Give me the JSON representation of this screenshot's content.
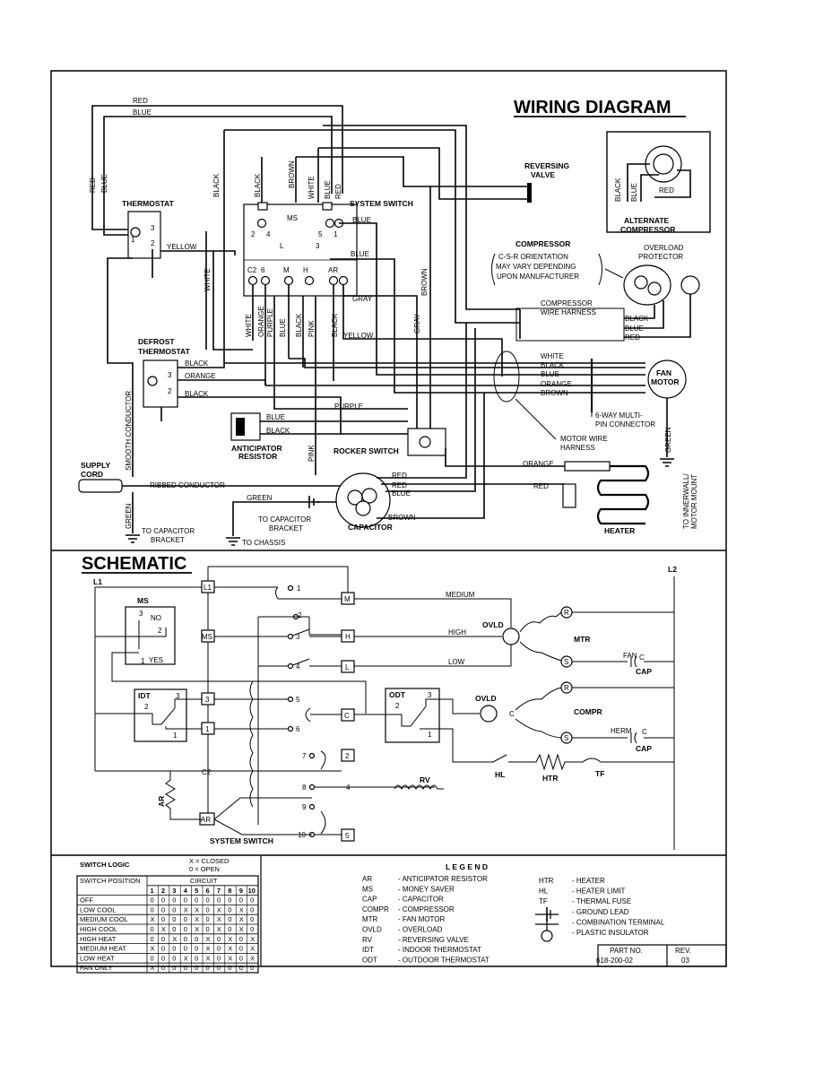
{
  "wiring_title": "WIRING DIAGRAM",
  "schematic_title": "SCHEMATIC",
  "wiring": {
    "thermostat": "THERMOSTAT",
    "defrost_thermostat": [
      "DEFROST",
      "THERMOSTAT"
    ],
    "system_switch": "SYSTEM SWITCH",
    "reversing_valve": [
      "REVERSING",
      "VALVE"
    ],
    "alternate_compressor": [
      "ALTERNATE",
      "COMPRESSOR"
    ],
    "compressor": "COMPRESSOR",
    "compressor_note": [
      "C-S-R ORIENTATION",
      "MAY VARY DEPENDING",
      "UPON MANUFACTURER"
    ],
    "overload_protector": [
      "OVERLOAD",
      "PROTECTOR"
    ],
    "compressor_harness": [
      "COMPRESSOR",
      "WIRE HARNESS"
    ],
    "fan_motor": [
      "FAN",
      "MOTOR"
    ],
    "connector": [
      "6-WAY MULTI-",
      "PIN CONNECTOR"
    ],
    "motor_harness": [
      "MOTOR WIRE",
      "HARNESS"
    ],
    "anticipator": [
      "ANTICIPATOR",
      "RESISTOR"
    ],
    "rocker_switch": "ROCKER SWITCH",
    "supply_cord": [
      "SUPPLY",
      "CORD"
    ],
    "smooth_conductor": "SMOOTH CONDUCTOR",
    "ribbed_conductor": "RIBBED CONDUCTOR",
    "capacitor": "CAPACITOR",
    "heater": "HEATER",
    "to_capacitor_bracket_1": [
      "TO CAPACITOR",
      "BRACKET"
    ],
    "to_capacitor_bracket_2": [
      "TO CAPACITOR",
      "BRACKET"
    ],
    "to_chassis": "TO CHASSIS",
    "to_innerwall": [
      "TO INNERWALL/",
      "MOTOR MOUNT"
    ],
    "wire_colors": {
      "red": "RED",
      "blue": "BLUE",
      "black": "BLACK",
      "white": "WHITE",
      "brown": "BROWN",
      "yellow": "YELLOW",
      "orange": "ORANGE",
      "purple": "PURPLE",
      "pink": "PINK",
      "gray": "GRAY",
      "green": "GREEN"
    },
    "ms": "MS",
    "terminals": {
      "c2": "C2",
      "l": "L",
      "m": "M",
      "h": "H",
      "ar": "AR",
      "n1": "1",
      "n2": "2",
      "n3": "3",
      "n4": "4",
      "n5": "5",
      "n6": "6"
    }
  },
  "schematic": {
    "l1": "L1",
    "l2": "L2",
    "ms": "MS",
    "no": "NO",
    "yes": "YES",
    "idt": "IDT",
    "odt": "ODT",
    "ovld": "OVLD",
    "mtr": "MTR",
    "compr": "COMPR",
    "medium": "MEDIUM",
    "high": "HIGH",
    "low": "LOW",
    "fan": "FAN",
    "herm": "HERM",
    "cap": "CAP",
    "hl": "HL",
    "htr": "HTR",
    "tf": "TF",
    "rv": "RV",
    "ar": "AR",
    "system_switch": "SYSTEM SWITCH",
    "c2": "C2",
    "terminals": {
      "l1": "L1",
      "ms": "MS",
      "m": "M",
      "h": "H",
      "l": "L",
      "c": "C",
      "ar": "AR",
      "t1": "1",
      "t2": "2",
      "t3": "3",
      "t5": "5"
    },
    "letters": {
      "c": "C",
      "r": "R",
      "s": "S"
    },
    "circuit_numbers": [
      "1",
      "2",
      "3",
      "4",
      "5",
      "6",
      "7",
      "8",
      "9",
      "10"
    ]
  },
  "switch_logic": {
    "title": "SWITCH LOGIC",
    "key": [
      "X = CLOSED",
      "0 = OPEN"
    ],
    "col_header": "SWITCH POSITION",
    "circuit_header": "CIRCUIT",
    "circuits": [
      "1",
      "2",
      "3",
      "4",
      "5",
      "6",
      "7",
      "8",
      "9",
      "10"
    ],
    "rows": [
      {
        "position": "OFF",
        "states": [
          "0",
          "0",
          "0",
          "0",
          "0",
          "0",
          "0",
          "0",
          "0",
          "0"
        ]
      },
      {
        "position": "LOW COOL",
        "states": [
          "0",
          "0",
          "0",
          "X",
          "X",
          "0",
          "X",
          "0",
          "X",
          "0"
        ]
      },
      {
        "position": "MEDIUM COOL",
        "states": [
          "X",
          "0",
          "0",
          "0",
          "X",
          "0",
          "X",
          "0",
          "X",
          "0"
        ]
      },
      {
        "position": "HIGH COOL",
        "states": [
          "0",
          "X",
          "0",
          "0",
          "X",
          "0",
          "X",
          "0",
          "X",
          "0"
        ]
      },
      {
        "position": "HIGH HEAT",
        "states": [
          "0",
          "0",
          "X",
          "0",
          "0",
          "X",
          "0",
          "X",
          "0",
          "X"
        ]
      },
      {
        "position": "MEDIUM HEAT",
        "states": [
          "X",
          "0",
          "0",
          "0",
          "0",
          "X",
          "0",
          "X",
          "0",
          "X"
        ]
      },
      {
        "position": "LOW HEAT",
        "states": [
          "0",
          "0",
          "0",
          "X",
          "0",
          "X",
          "0",
          "X",
          "0",
          "X"
        ]
      },
      {
        "position": "FAN ONLY",
        "states": [
          "X",
          "0",
          "0",
          "0",
          "0",
          "0",
          "0",
          "0",
          "0",
          "0"
        ]
      }
    ]
  },
  "legend": {
    "title": "L E G E N D",
    "left": [
      {
        "abbr": "AR",
        "desc": "- ANTICIPATOR RESISTOR"
      },
      {
        "abbr": "MS",
        "desc": "- MONEY SAVER"
      },
      {
        "abbr": "CAP",
        "desc": "- CAPACITOR"
      },
      {
        "abbr": "COMPR",
        "desc": "- COMPRESSOR"
      },
      {
        "abbr": "MTR",
        "desc": "- FAN MOTOR"
      },
      {
        "abbr": "OVLD",
        "desc": "- OVERLOAD"
      },
      {
        "abbr": "RV",
        "desc": "- REVERSING VALVE"
      },
      {
        "abbr": "IDT",
        "desc": "- INDOOR THERMOSTAT"
      },
      {
        "abbr": "ODT",
        "desc": "- OUTDOOR THERMOSTAT"
      }
    ],
    "right": [
      {
        "abbr": "HTR",
        "desc": "- HEATER"
      },
      {
        "abbr": "HL",
        "desc": "- HEATER LIMIT"
      },
      {
        "abbr": "TF",
        "desc": "- THERMAL FUSE"
      },
      {
        "abbr": "",
        "desc": "- GROUND LEAD"
      },
      {
        "abbr": "",
        "desc": "- COMBINATION TERMINAL"
      },
      {
        "abbr": "",
        "desc": "- PLASTIC INSULATOR"
      }
    ]
  },
  "part": {
    "label": "PART NO.",
    "number": "618-200-02",
    "rev_label": "REV.",
    "rev": "03"
  }
}
